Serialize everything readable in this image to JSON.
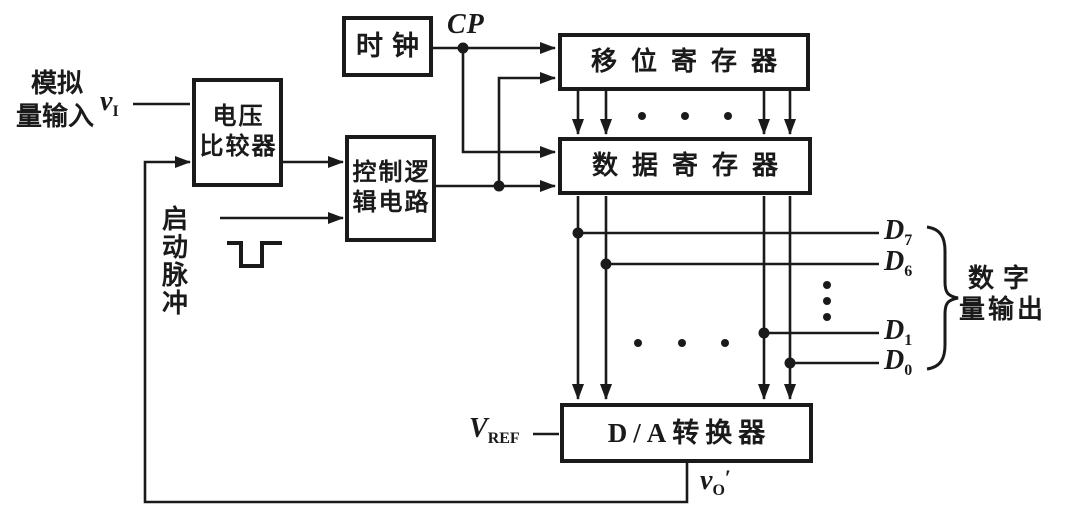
{
  "figure": {
    "type": "block-diagram",
    "subject": "successive-approximation A/D converter",
    "ink_color": "#1a1a1a",
    "background_color": "#ffffff"
  },
  "blocks": {
    "clock": "时钟",
    "shift_register": "移位寄存器",
    "data_register": "数据寄存器",
    "comparator": [
      "电压",
      "比较器"
    ],
    "control_logic": [
      "控制逻",
      "辑电路"
    ],
    "dac": "D/A转换器"
  },
  "labels": {
    "analog_input": [
      "模拟",
      "量输入"
    ],
    "start_pulse": "启动脉冲",
    "digital_output": [
      "数字",
      "量输出"
    ]
  },
  "signals": {
    "cp": "CP",
    "vi": {
      "base": "v",
      "sub": "I"
    },
    "vref": {
      "base": "V",
      "sub": "REF"
    },
    "vo": {
      "base": "v",
      "sub": "O",
      "prime": "′"
    },
    "d7": {
      "base": "D",
      "sub": "7"
    },
    "d6": {
      "base": "D",
      "sub": "6"
    },
    "d1": {
      "base": "D",
      "sub": "1"
    },
    "d0": {
      "base": "D",
      "sub": "0"
    }
  }
}
